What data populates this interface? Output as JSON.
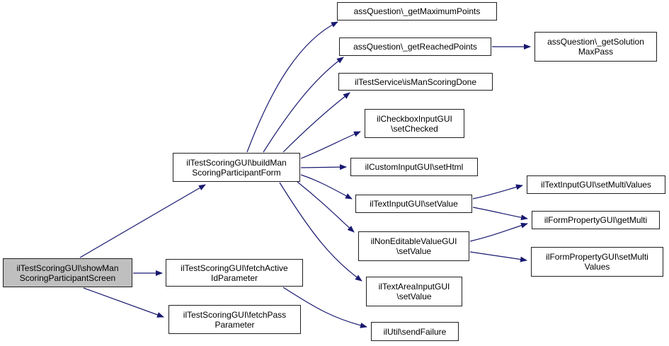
{
  "diagram": {
    "type": "doxygen-call-graph",
    "colors": {
      "background": "#ffffff",
      "edge": "#191970",
      "node_border": "#1f1f1f",
      "node_fill": "#ffffff",
      "current_node_fill": "#bfbfbf"
    }
  },
  "nodes": {
    "showMan": {
      "lines": [
        "ilTestScoringGUI\\showMan",
        "ScoringParticipantScreen"
      ],
      "highlighted": true
    },
    "buildMan": {
      "lines": [
        "ilTestScoringGUI\\buildMan",
        "ScoringParticipantForm"
      ]
    },
    "fetchActiveId": {
      "lines": [
        "ilTestScoringGUI\\fetchActive",
        "IdParameter"
      ]
    },
    "fetchPass": {
      "lines": [
        "ilTestScoringGUI\\fetchPass",
        "Parameter"
      ]
    },
    "getMaximumPoints": {
      "lines": [
        "assQuestion\\_getMaximumPoints"
      ]
    },
    "getReachedPoints": {
      "lines": [
        "assQuestion\\_getReachedPoints"
      ]
    },
    "isManScoringDone": {
      "lines": [
        "ilTestService\\isManScoringDone"
      ]
    },
    "setChecked": {
      "lines": [
        "ilCheckboxInputGUI",
        "\\setChecked"
      ]
    },
    "setHtml": {
      "lines": [
        "ilCustomInputGUI\\setHtml"
      ]
    },
    "textSetValue": {
      "lines": [
        "ilTextInputGUI\\setValue"
      ]
    },
    "nonEditableSetValue": {
      "lines": [
        "ilNonEditableValueGUI",
        "\\setValue"
      ]
    },
    "textAreaSetValue": {
      "lines": [
        "ilTextAreaInputGUI",
        "\\setValue"
      ]
    },
    "sendFailure": {
      "lines": [
        "ilUtil\\sendFailure"
      ]
    },
    "getSolutionMaxPass": {
      "lines": [
        "assQuestion\\_getSolution",
        "MaxPass"
      ]
    },
    "setMultiValues": {
      "lines": [
        "ilTextInputGUI\\setMultiValues"
      ]
    },
    "getMulti": {
      "lines": [
        "ilFormPropertyGUI\\getMulti"
      ]
    },
    "formSetMultiValues": {
      "lines": [
        "ilFormPropertyGUI\\setMulti",
        "Values"
      ]
    }
  },
  "edges": [
    {
      "from": "showMan",
      "to": "buildMan"
    },
    {
      "from": "showMan",
      "to": "fetchActiveId"
    },
    {
      "from": "showMan",
      "to": "fetchPass"
    },
    {
      "from": "buildMan",
      "to": "getMaximumPoints"
    },
    {
      "from": "buildMan",
      "to": "getReachedPoints"
    },
    {
      "from": "buildMan",
      "to": "isManScoringDone"
    },
    {
      "from": "buildMan",
      "to": "setChecked"
    },
    {
      "from": "buildMan",
      "to": "setHtml"
    },
    {
      "from": "buildMan",
      "to": "textSetValue"
    },
    {
      "from": "buildMan",
      "to": "nonEditableSetValue"
    },
    {
      "from": "buildMan",
      "to": "textAreaSetValue"
    },
    {
      "from": "fetchActiveId",
      "to": "sendFailure"
    },
    {
      "from": "getReachedPoints",
      "to": "getSolutionMaxPass"
    },
    {
      "from": "textSetValue",
      "to": "setMultiValues"
    },
    {
      "from": "textSetValue",
      "to": "getMulti"
    },
    {
      "from": "nonEditableSetValue",
      "to": "getMulti"
    },
    {
      "from": "nonEditableSetValue",
      "to": "formSetMultiValues"
    }
  ]
}
